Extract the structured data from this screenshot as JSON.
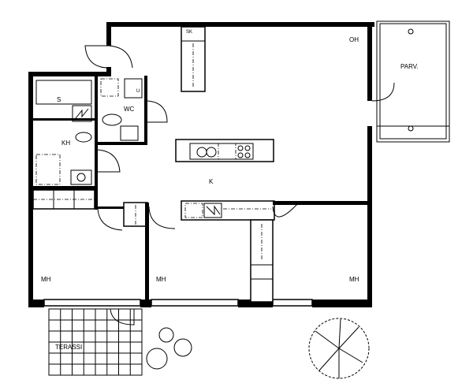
{
  "rooms": {
    "storage": "SK",
    "living": "OH",
    "balcony": "PARV.",
    "sauna": "S",
    "wc": "WC",
    "utility": "U",
    "bathroom": "KH",
    "kitchen": "K",
    "bedroom_1": "MH",
    "bedroom_2": "MH",
    "bedroom_3": "MH",
    "terrace": "TERASSI"
  }
}
